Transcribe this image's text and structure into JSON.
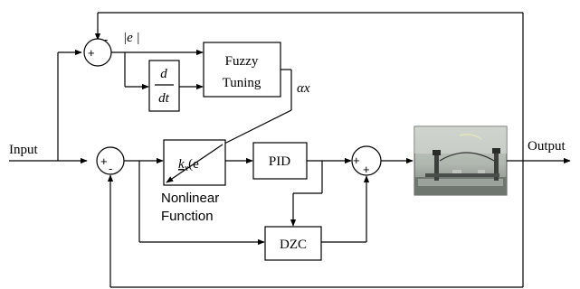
{
  "labels": {
    "input": "Input",
    "output": "Output",
    "abs_error": "|e |",
    "alpha": "αx"
  },
  "blocks": {
    "fuzzy_line1": "Fuzzy",
    "fuzzy_line2": "Tuning",
    "deriv_num": "d",
    "deriv_den": "dt",
    "nonlinear_k": "k",
    "nonlinear_sub": "x",
    "nonlinear_rest": "(e",
    "nonlinear_caption_line1": "Nonlinear",
    "nonlinear_caption_line2": "Function",
    "pid": "PID",
    "dzc": "DZC"
  },
  "signs": {
    "sum1_top": "-",
    "sum1_left": "+",
    "sum2_left": "+",
    "sum2_bottom": "-",
    "sum3_left": "+",
    "sum3_bottom": "+"
  },
  "colors": {
    "line": "#000000",
    "background": "#ffffff"
  },
  "plant_image": "photo-of-plant-apparatus"
}
